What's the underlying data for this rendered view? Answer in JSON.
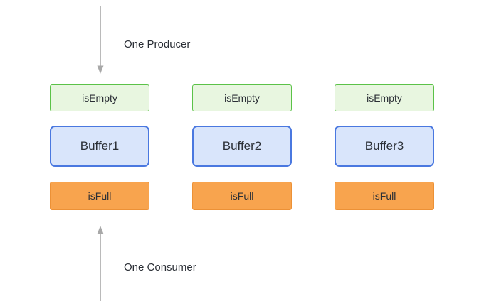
{
  "diagram": {
    "producer_label": "One Producer",
    "consumer_label": "One Consumer",
    "columns": [
      {
        "empty_label": "isEmpty",
        "buffer_label": "Buffer1",
        "full_label": "isFull"
      },
      {
        "empty_label": "isEmpty",
        "buffer_label": "Buffer2",
        "full_label": "isFull"
      },
      {
        "empty_label": "isEmpty",
        "buffer_label": "Buffer3",
        "full_label": "isFull"
      }
    ],
    "icons": {
      "producer_arrow": "arrow-down-icon",
      "consumer_arrow": "arrow-up-icon"
    },
    "colors": {
      "empty_fill": "#e8f6e0",
      "empty_border": "#5bc248",
      "buffer_fill": "#d9e5fb",
      "buffer_border": "#4a78e0",
      "full_fill": "#f8a44e",
      "full_border": "#ec9136",
      "arrow": "#a8a8a8",
      "text": "#2b2f36"
    }
  }
}
